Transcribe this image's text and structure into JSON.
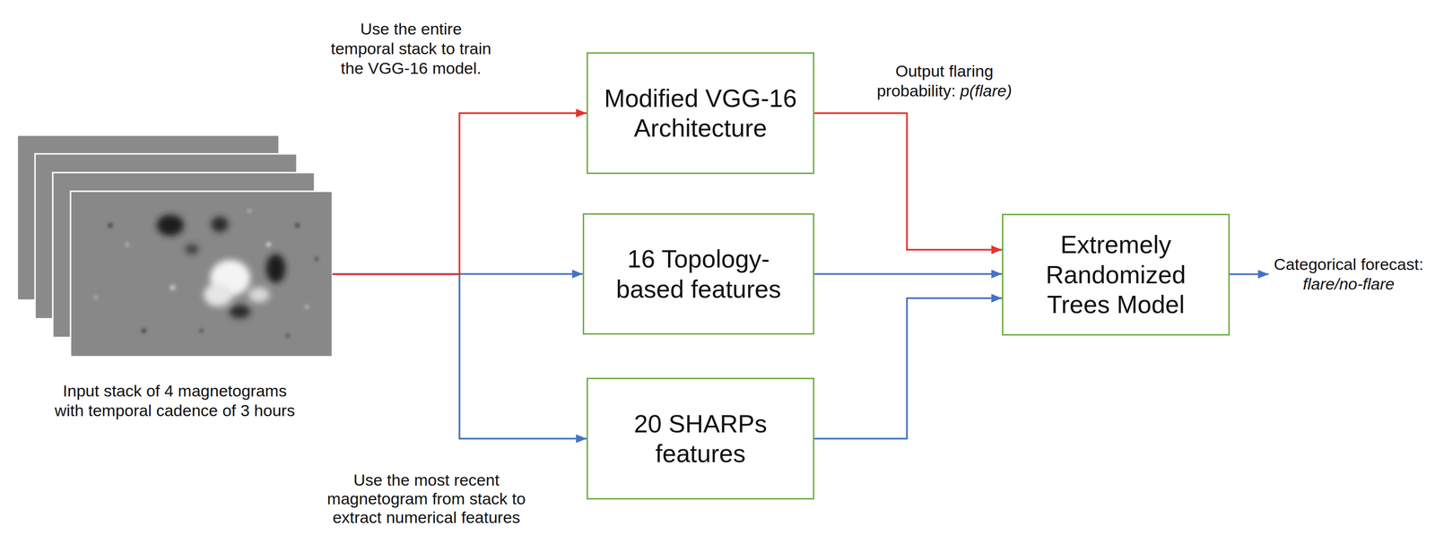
{
  "diagram": {
    "nodes": [
      {
        "text": [
          "Input stack of 4 magnetograms with temporal cadence of 3 hours"
        ]
      },
      {
        "text": [
          "Modified VGG-16 Architecture"
        ]
      },
      {
        "text": [
          "16 Topology-based features"
        ]
      },
      {
        "text": [
          "20 SHARPs features"
        ]
      },
      {
        "text": [
          "Extremely Randomized Trees Model"
        ]
      }
    ],
    "edges": [
      {
        "from": 0,
        "to": 1,
        "arrow": "to"
      },
      {
        "from": 0,
        "to": 2,
        "arrow": "to"
      },
      {
        "from": 0,
        "to": 3,
        "arrow": "to"
      },
      {
        "from": 1,
        "to": 4,
        "arrow": "to"
      },
      {
        "from": 2,
        "to": 4,
        "arrow": "to"
      },
      {
        "from": 3,
        "to": 4,
        "arrow": "to"
      }
    ],
    "labels": [
      "Use the entire temporal stack to train the VGG-16 model.",
      "Use the most recent magnetogram from stack to extract numerical features",
      "Output flaring probability:",
      "p(flare)",
      "Categorical forecast:",
      "flare/no-flare"
    ]
  }
}
